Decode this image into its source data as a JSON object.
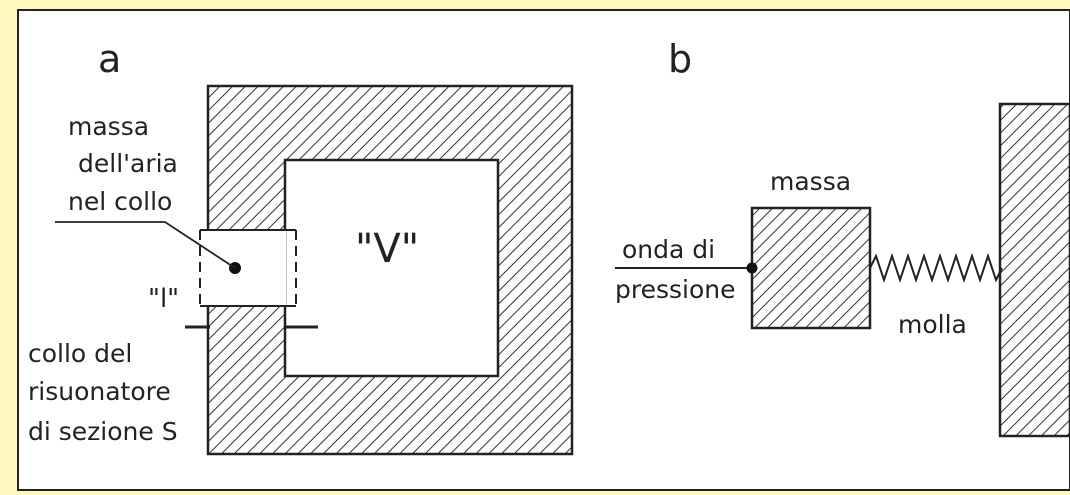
{
  "panel_a": {
    "letter": "a",
    "volume_label": "\"V\"",
    "length_label": "\"l\"",
    "mass_label": [
      "massa",
      "dell'aria",
      "nel collo"
    ],
    "neck_label": [
      "collo del",
      "risuonatore",
      "di sezione S"
    ]
  },
  "panel_b": {
    "letter": "b",
    "mass_label": "massa",
    "wave_label": [
      "onda di",
      "pressione"
    ],
    "spring_label": "molla"
  },
  "colors": {
    "background": "#fff8c0",
    "paper": "#ffffff",
    "ink": "#222222"
  }
}
